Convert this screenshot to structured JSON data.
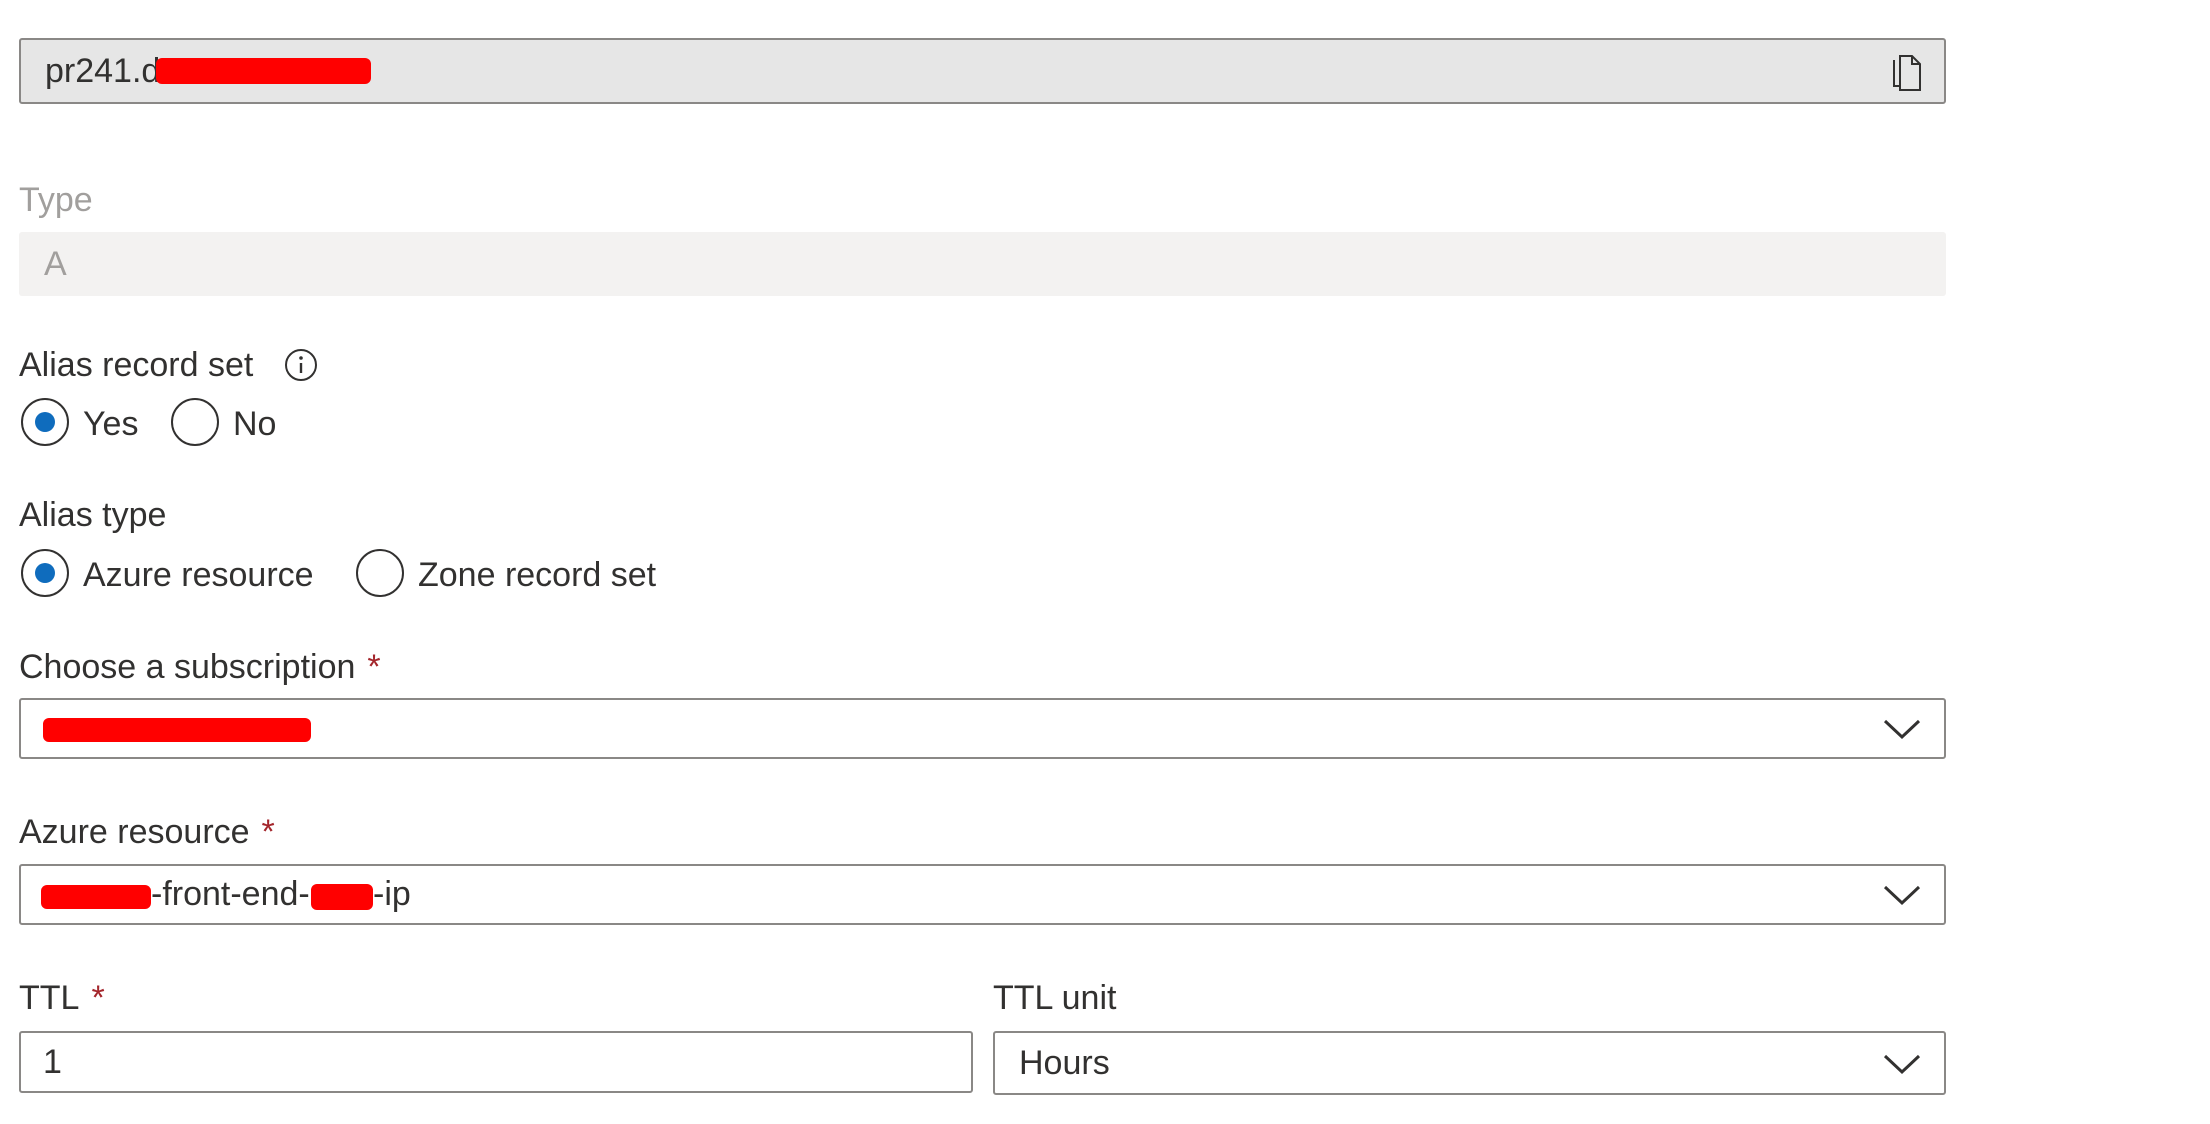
{
  "record_name": {
    "value": "pr241.d"
  },
  "type": {
    "label": "Type",
    "value": "A"
  },
  "alias_record_set": {
    "label": "Alias record set",
    "options": [
      "Yes",
      "No"
    ],
    "selected": "Yes"
  },
  "alias_type": {
    "label": "Alias type",
    "options": [
      "Azure resource",
      "Zone record set"
    ],
    "selected": "Azure resource"
  },
  "subscription": {
    "label": "Choose a subscription",
    "required_mark": "*",
    "value": ""
  },
  "azure_resource": {
    "label": "Azure resource",
    "required_mark": "*",
    "value_mid": "-front-end-",
    "value_end": "-ip"
  },
  "ttl": {
    "label": "TTL",
    "required_mark": "*",
    "value": "1"
  },
  "ttl_unit": {
    "label": "TTL unit",
    "value": "Hours"
  },
  "colors": {
    "accent": "#0f6cbd",
    "required": "#a4262c",
    "border": "#8a8886",
    "disabled_bg": "#f3f2f1",
    "readonly_bg": "#e6e6e6",
    "redaction": "#ff0000"
  },
  "icons": {
    "copy": "copy-icon",
    "info": "info-icon",
    "dropdown": "chevron-down-icon"
  }
}
